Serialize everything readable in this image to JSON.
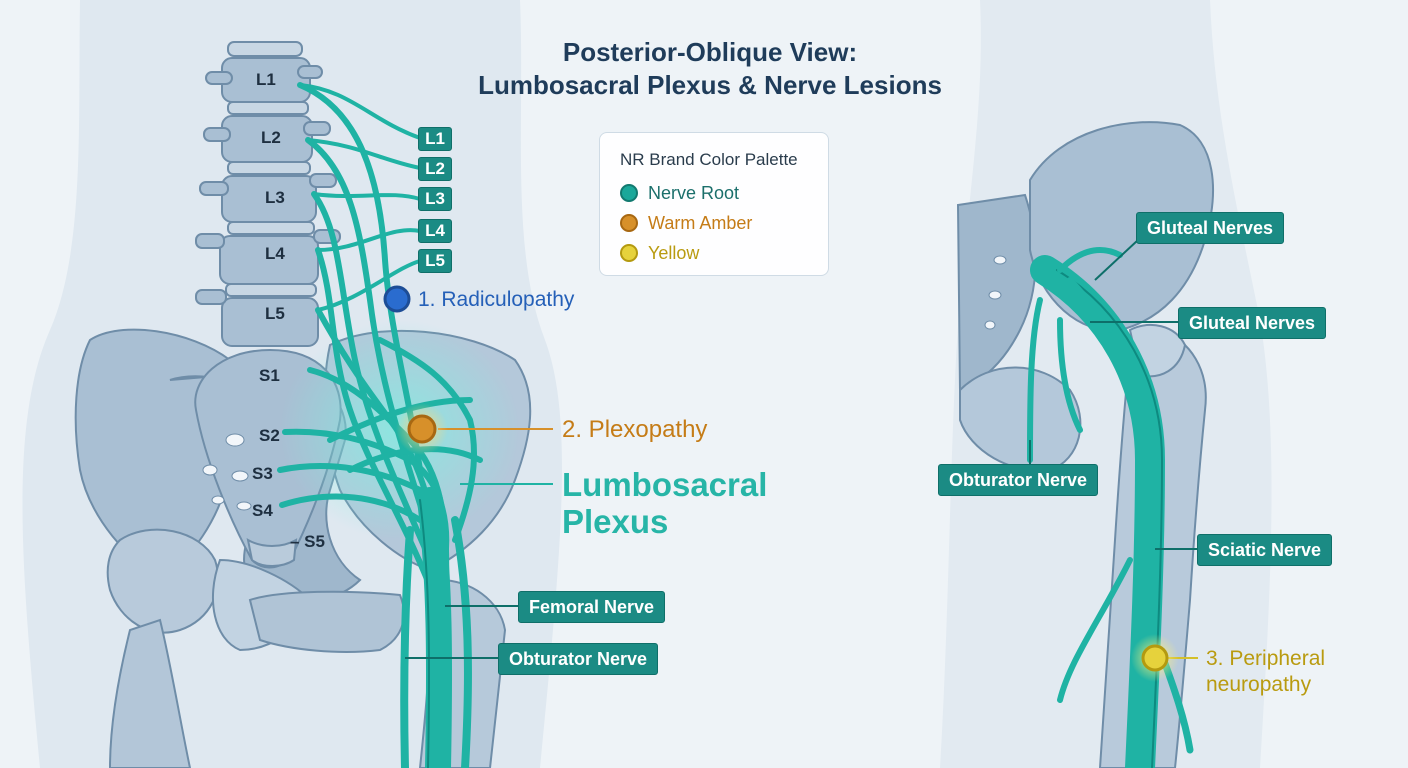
{
  "title": {
    "line1": "Posterior-Oblique View:",
    "line2": "Lumbosacral Plexus & Nerve Lesions"
  },
  "legend": {
    "title": "NR Brand Color Palette",
    "items": [
      {
        "label": "Nerve Root",
        "color": "#1aa89a",
        "text_color": "#1b6f6b"
      },
      {
        "label": "Warm Amber",
        "color": "#d7902a",
        "text_color": "#c57c17"
      },
      {
        "label": "Yellow",
        "color": "#e6d23c",
        "text_color": "#b99b10"
      }
    ]
  },
  "vertebra_labels": [
    "L1",
    "L2",
    "L3",
    "L4",
    "L5",
    "S1",
    "S2",
    "S3",
    "S4",
    "– S5"
  ],
  "root_tags": [
    "L1",
    "L2",
    "L3",
    "L4",
    "L5"
  ],
  "lesions": {
    "radiculopathy": {
      "label": "1. Radiculopathy",
      "color": "#2a6ccf"
    },
    "plexopathy": {
      "label": "2. Plexopathy",
      "color": "#d7902a"
    },
    "peripheral": {
      "line1": "3. Peripheral",
      "line2": "neuropathy",
      "color": "#e6d23c"
    }
  },
  "plexus_label": {
    "line1": "Lumbosacral",
    "line2": "Plexus",
    "color": "#27b5a7"
  },
  "left_nerves": {
    "femoral": "Femoral Nerve",
    "obturator": "Obturator Nerve"
  },
  "right_nerves": {
    "gluteal_upper": "Gluteal Nerves",
    "gluteal_lower": "Gluteal Nerves",
    "obturator": "Obturator Nerve",
    "sciatic": "Sciatic Nerve"
  },
  "colors": {
    "nerve": "#1fb3a4",
    "nerve_dark": "#0e8a80",
    "bone": "#a9bfd3",
    "bone_edge": "#6f8da8",
    "body": "#dfe8f0",
    "tag": "#1b8b84"
  }
}
